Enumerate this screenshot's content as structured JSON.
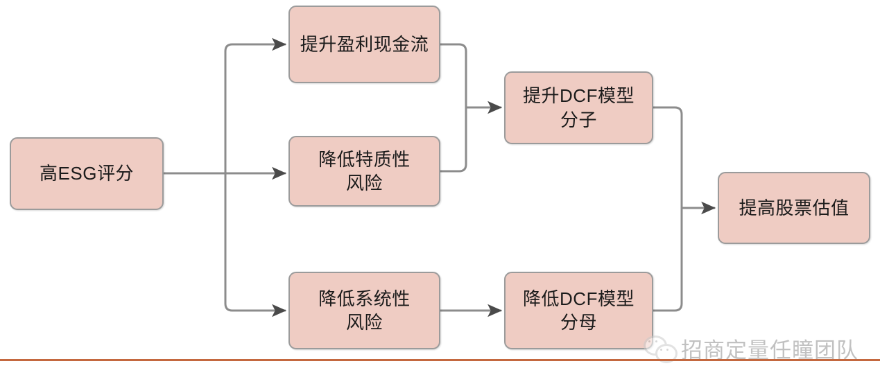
{
  "diagram": {
    "title": "ESG valuation transmission flowchart",
    "node_fill": "#EFCCC3",
    "node_border": "#9B9B9B",
    "edge_color": "#8C8C8C",
    "arrow_color": "#4A4A4A",
    "nodes": [
      {
        "id": "esg",
        "label": "高ESG评分"
      },
      {
        "id": "cashflow",
        "label": "提升盈利现金流"
      },
      {
        "id": "idio",
        "label": "降低特质性\n风险"
      },
      {
        "id": "sys",
        "label": "降低系统性\n风险"
      },
      {
        "id": "num",
        "label": "提升DCF模型\n分子"
      },
      {
        "id": "den",
        "label": "降低DCF模型\n分母"
      },
      {
        "id": "valuation",
        "label": "提高股票估值"
      }
    ],
    "edges": [
      {
        "from": "esg",
        "to": "cashflow"
      },
      {
        "from": "esg",
        "to": "idio"
      },
      {
        "from": "esg",
        "to": "sys"
      },
      {
        "from": "cashflow",
        "to": "num"
      },
      {
        "from": "idio",
        "to": "num"
      },
      {
        "from": "sys",
        "to": "den"
      },
      {
        "from": "num",
        "to": "valuation"
      },
      {
        "from": "den",
        "to": "valuation"
      }
    ]
  },
  "watermark": {
    "text": "招商定量任瞳团队",
    "icon": "wechat-icon",
    "rule_color": "#C4683F"
  }
}
